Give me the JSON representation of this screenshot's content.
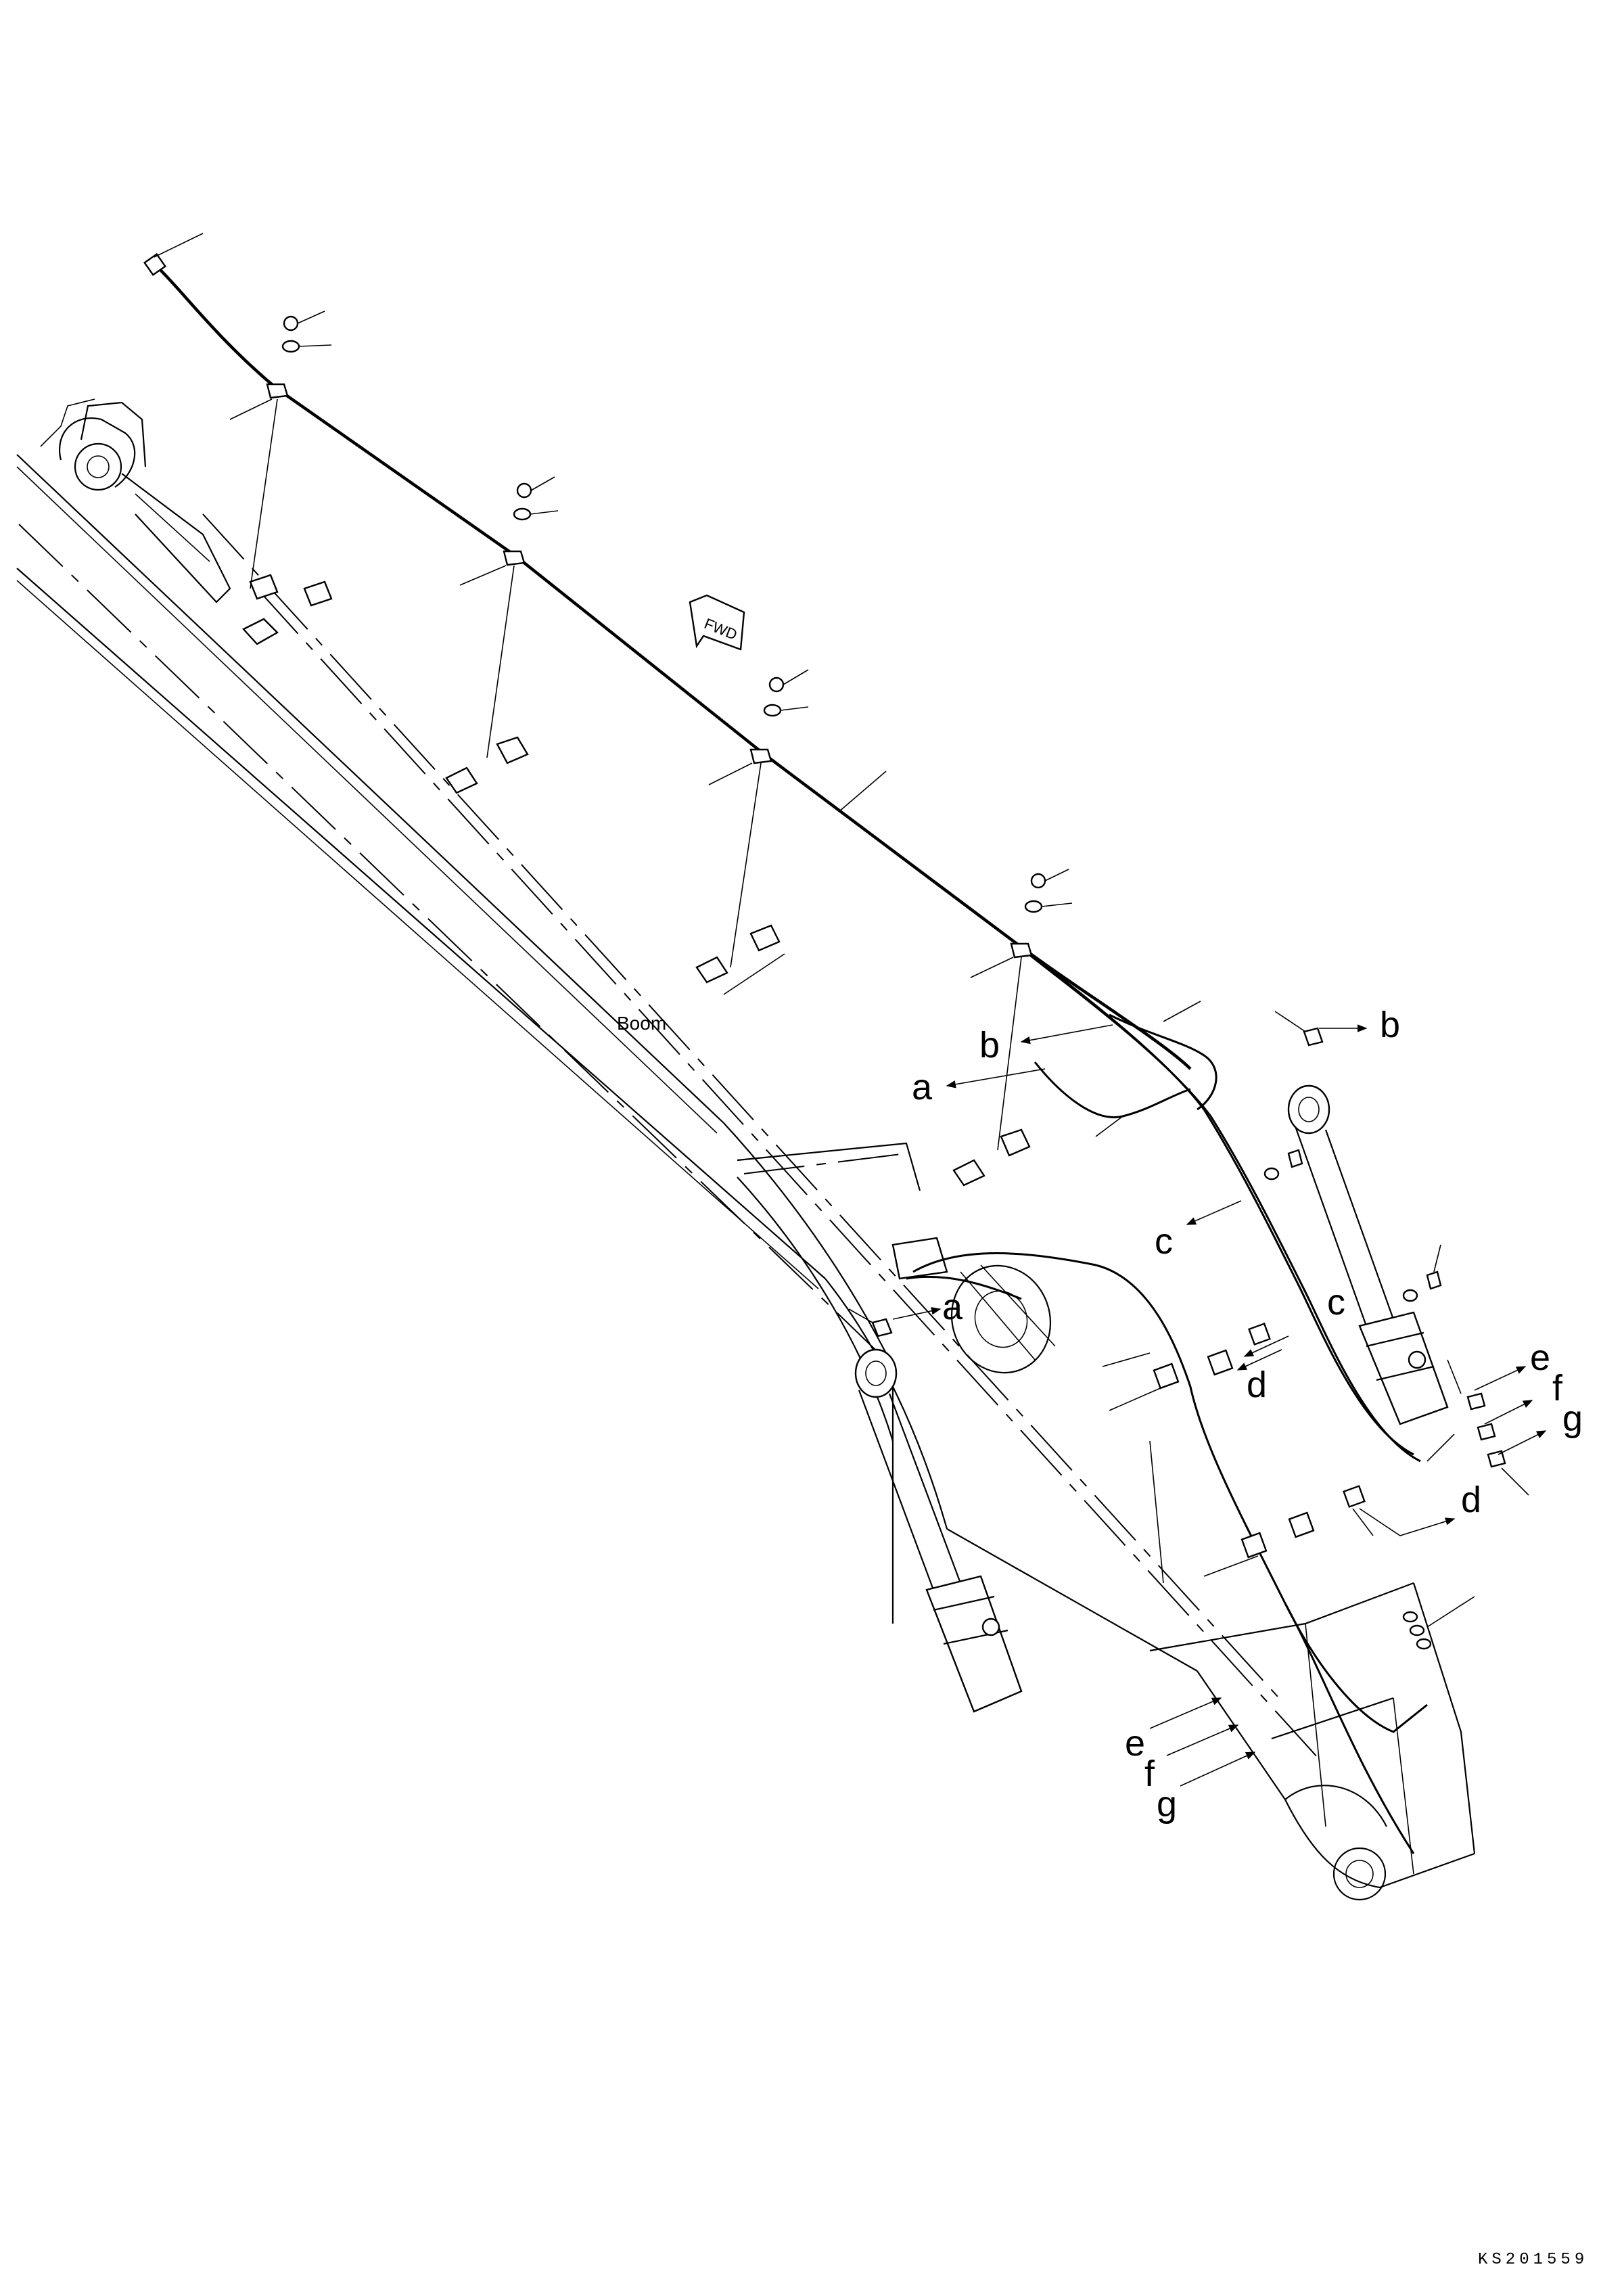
{
  "drawing": {
    "part_label": "Boom",
    "direction_label": "FWD",
    "drawing_code": "KS201559"
  },
  "callouts": {
    "a": "a",
    "b": "b",
    "c": "c",
    "d": "d",
    "e": "e",
    "f": "f",
    "g": "g"
  }
}
